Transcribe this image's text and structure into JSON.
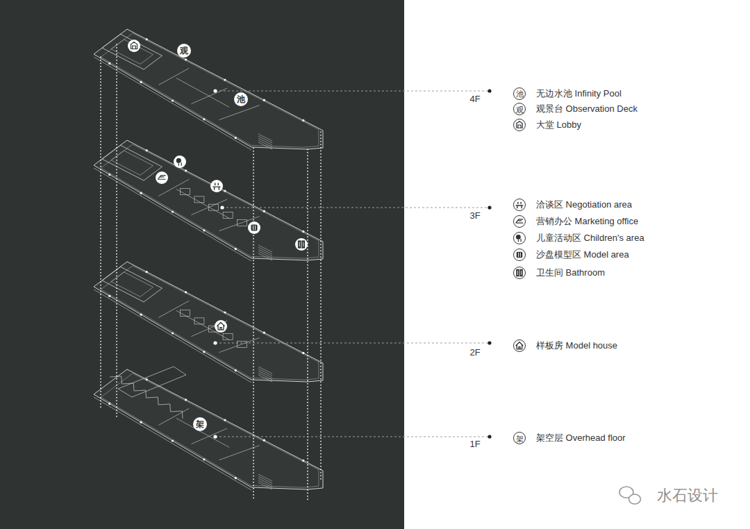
{
  "diagram": {
    "labels": [
      "观",
      "池",
      "架",
      "4F",
      "3F",
      "2F",
      "1F",
      "池",
      "观",
      "架",
      "水石设计"
    ],
    "legend": [
      {
        "text": "无边水池 Infinity Pool"
      },
      {
        "text": "观景台 Observation Deck"
      },
      {
        "text": "大堂 Lobby"
      },
      {
        "text": "洽谈区 Negotiation area"
      },
      {
        "text": "营销办公 Marketing office"
      },
      {
        "text": "儿童活动区 Children's area"
      },
      {
        "text": "沙盘模型区 Model area"
      },
      {
        "text": "卫生间 Bathroom"
      },
      {
        "text": "样板房 Model house"
      },
      {
        "text": "架空层 Overhead floor"
      }
    ]
  }
}
